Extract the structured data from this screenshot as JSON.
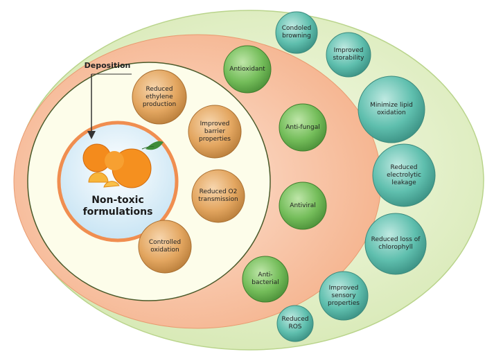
{
  "deposition": "Deposition",
  "core": {
    "label": "Non-toxic\nformulations"
  },
  "inner_ring": [
    "Reduced\nethylene\nproduction",
    "Improved\nbarrier\nproperties",
    "Reduced O2\ntransmission",
    "Controlled\noxidation"
  ],
  "middle_ring": [
    "Antioxidant",
    "Anti-fungal",
    "Antiviral",
    "Anti-\nbacterial"
  ],
  "outer_ring": [
    "Condoled\nbrowning",
    "Improved\nstorability",
    "Minimize lipid\noxidation",
    "Reduced\nelectrolytic\nleakage",
    "Reduced loss of\nchlorophyll",
    "Improved\nsensory\nproperties",
    "Reduced\nROS"
  ],
  "colors": {
    "outer_ellipse": "#e6f1cf",
    "middle_ellipse": "#f8c6a8",
    "inner_circle": "#fdfde9",
    "core_fill": "#d6ecf7",
    "core_ring": "#f3a06b",
    "orange_node": "#e1a55f",
    "green_node": "#7cc263",
    "teal_node": "#63c2b2"
  }
}
